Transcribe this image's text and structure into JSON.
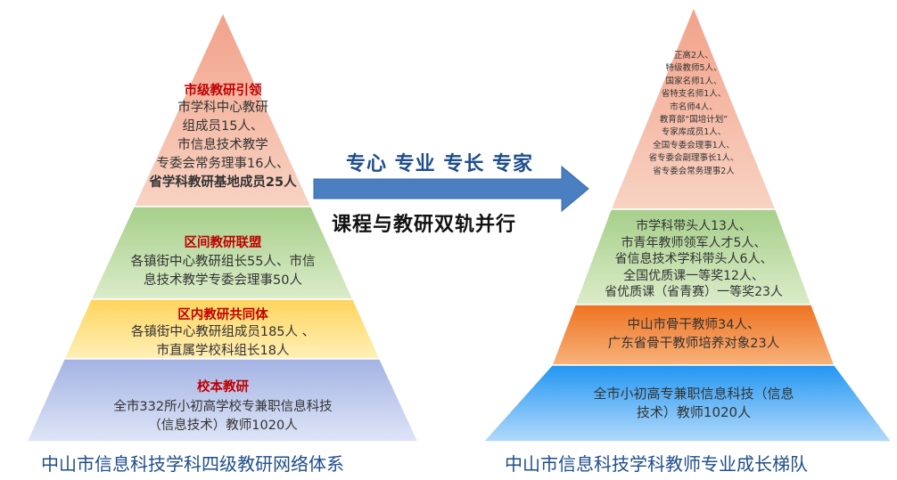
{
  "left": {
    "caption": "中山市信息科技学科四级教研网络体系",
    "levels": [
      {
        "title": "市级教研引领",
        "lines": [
          "市学科中心教研",
          "组成员15人、",
          "市信息技术教学",
          "专委会常务理事16人、",
          "省学科教研基地成员25人"
        ]
      },
      {
        "title": "区间教研联盟",
        "lines": [
          "各镇街中心教研组长55人、市信",
          "息技术教学专委会理事50人"
        ]
      },
      {
        "title": "区内教研共同体",
        "lines": [
          "各镇街中心教研组成员185人 、",
          "市直属学校科组长18人"
        ]
      },
      {
        "title": "校本教研",
        "lines": [
          "全市332所小初高学校专兼职信息科技",
          "（信息技术）教师1020人"
        ]
      }
    ]
  },
  "middle": {
    "slogan_top": "专心 专业 专长 专家",
    "slogan_bottom": "课程与教研双轨并行"
  },
  "right": {
    "caption": "中山市信息科技学科教师专业成长梯队",
    "levels": [
      {
        "lines": [
          "正高2人、",
          "特级教师5人、",
          "国家名师1人、",
          "省特支名师1人、",
          "市名师4人、",
          "教育部“国培计划”",
          "专家库成员1人、",
          "全国专委会理事1人、",
          "省专委会副理事长1人、",
          "省专委会常务理事2人"
        ]
      },
      {
        "lines": [
          "市学科带头人13人、",
          "市青年教师领军人才5人、",
          "省信息技术学科带头人6人、",
          "全国优质课一等奖12人、",
          "省优质课（省青赛）一等奖23人"
        ]
      },
      {
        "lines": [
          "中山市骨干教师34人、",
          "广东省骨干教师培养对象23人"
        ]
      },
      {
        "lines": [
          "全市小初高专兼职信息科技（信息",
          "技术）教师1020人"
        ]
      }
    ]
  },
  "colors": {
    "red_top": "#f2a189",
    "red_bottom": "#f8d3c3",
    "green_top": "#a6cf8a",
    "green_bottom": "#dbecc9",
    "yellow_top": "#ffd45c",
    "yellow_bottom": "#fff0b8",
    "blue_top": "#a3b3e3",
    "blue_bottom": "#dfe5f7",
    "orange_top": "#ee7322",
    "orange_bottom": "#f8b27a",
    "rblue_top": "#2196f3",
    "rblue_bottom": "#b3dafb",
    "arrow": "#4a7fc1",
    "heading": "#c00000",
    "caption": "#1f4e8c",
    "slogan_top": "#1f4e8c",
    "slogan_bottom": "#111111"
  }
}
